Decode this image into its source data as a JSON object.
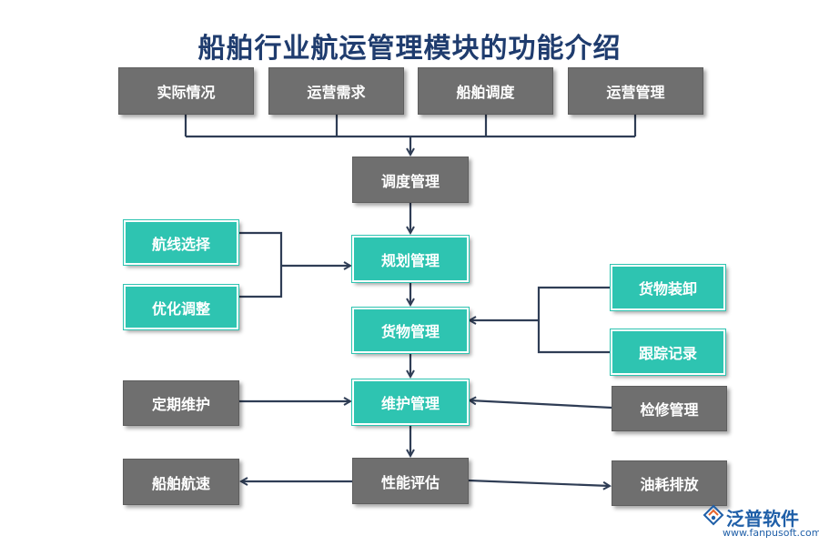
{
  "title": "船舶行业航运管理模块的功能介绍",
  "nodes": {
    "actual_situation": "实际情况",
    "shipping_demand": "运营需求",
    "ship_dispatch": "船舶调度",
    "operation_management": "运营管理",
    "dispatch_management": "调度管理",
    "route_selection": "航线选择",
    "optimize_adjust": "优化调整",
    "planning_management": "规划管理",
    "cargo_loading": "货物装卸",
    "tracking_record": "跟踪记录",
    "cargo_management": "货物管理",
    "regular_maintenance": "定期维护",
    "maintenance_management": "维护管理",
    "inspection_management": "检修管理",
    "ship_speed": "船舶航速",
    "performance_evaluation": "性能评估",
    "fuel_emission": "油耗排放"
  },
  "colors": {
    "gray_box": "#6f6f6f",
    "teal_box": "#2ec4b1",
    "connector": "#2f3d55",
    "title": "#1f3c6e",
    "logo": "#1f5fa8"
  },
  "logo": {
    "name": "泛普软件",
    "url": "www.fanpusoft.com",
    "icon": "fanpu-logo-icon"
  }
}
